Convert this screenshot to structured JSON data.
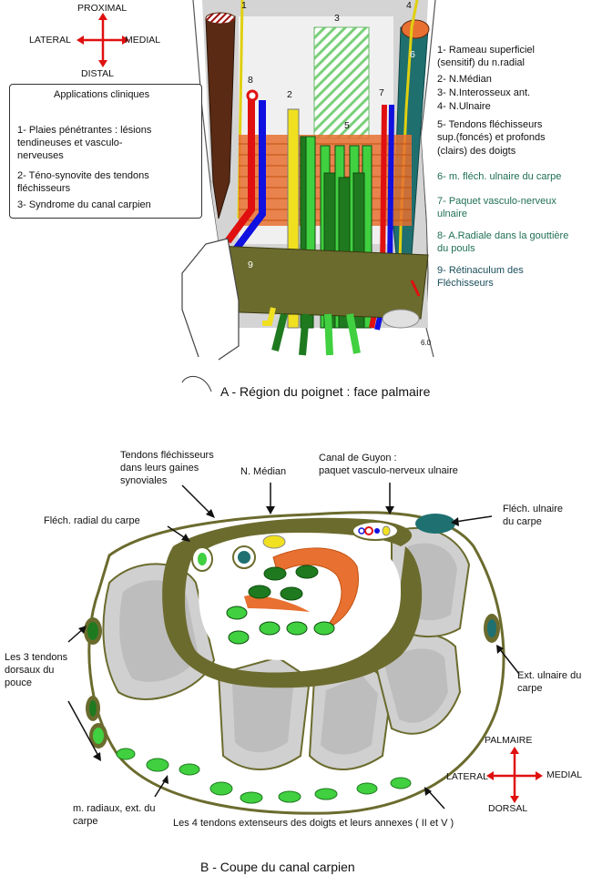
{
  "panel_a": {
    "caption": "A -  Région du poignet : face palmaire",
    "orientation": {
      "up": "PROXIMAL",
      "down": "DISTAL",
      "left": "LATERAL",
      "right": "MEDIAL"
    },
    "callouts": [
      "1",
      "2",
      "3",
      "4",
      "5",
      "6",
      "7",
      "8",
      "9"
    ],
    "credit": "6.0",
    "clinical_box": {
      "title": "Applications cliniques",
      "items": [
        "1- Plaies pénétrantes : lésions\ntendineuses et vasculo-\nnerveuses",
        "2- Téno-synovite des tendons\nfléchisseurs",
        "3- Syndrome du canal carpien"
      ]
    },
    "legend": [
      {
        "text": "1- Rameau superficiel\n(sensitif) du n.radial",
        "color": "#111111"
      },
      {
        "text": "2- N.Médian",
        "color": "#111111"
      },
      {
        "text": "3- N.Interosseux ant.",
        "color": "#111111"
      },
      {
        "text": "4- N.Ulnaire",
        "color": "#111111"
      },
      {
        "text": "5- Tendons fléchisseurs\nsup.(foncés) et profonds\n(clairs) des doigts",
        "color": "#111111"
      },
      {
        "text": "6- m. fléch. ulnaire du carpe",
        "color": "#1f6f55"
      },
      {
        "text": "7- Paquet vasculo-nerveux\nulnaire",
        "color": "#1f6f55"
      },
      {
        "text": "8- A.Radiale dans la gouttière\ndu pouls",
        "color": "#1f6f55"
      },
      {
        "text": "9- Rétinaculum des\nFléchisseurs",
        "color": "#1a4e5a"
      }
    ]
  },
  "panel_b": {
    "caption": "B - Coupe du canal carpien",
    "orientation": {
      "up": "PALMAIRE",
      "down": "DORSAL",
      "left": "LATERAL",
      "right": "MEDIAL"
    },
    "labels": {
      "tendons_synoviales": "Tendons fléchisseurs\ndans leurs gaines\nsynoviales",
      "n_median": "N. Médian",
      "canal_guyon": "Canal de Guyon :\npaquet vasculo-nerveux ulnaire",
      "flech_ulnaire": "Fléch. ulnaire\ndu carpe",
      "flech_radial": "Fléch. radial du carpe",
      "tendons_dorsaux": "Les 3 tendons\ndorsaux du\npouce",
      "ext_ulnaire": "Ext. ulnaire du\ncarpe",
      "radiaux": "m. radiaux, ext. du\ncarpe",
      "extenseurs": "Les 4 tendons extenseurs des doigts et leurs annexes ( II et V )"
    }
  },
  "colors": {
    "muscle": "#e87030",
    "artery": "#e01010",
    "vein": "#1010e0",
    "nerve": "#f0e020",
    "tendon_dark": "#1f7a1f",
    "tendon_light": "#40d040",
    "retinaculum": "#6b6b2e",
    "bone": "#c8c8c8",
    "teal": "#1f7070"
  }
}
